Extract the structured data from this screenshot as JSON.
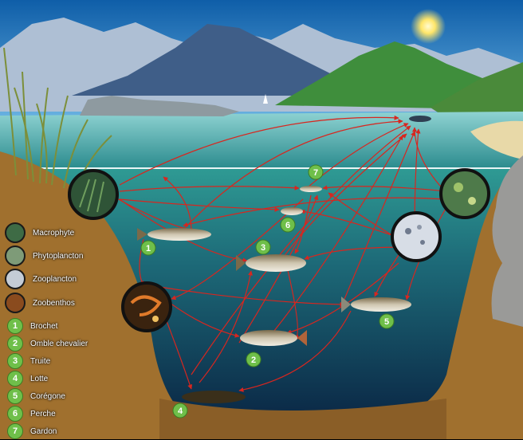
{
  "legend": {
    "habitats": [
      {
        "label": "Macrophyte",
        "icon": "macrophyte-icon",
        "color": "#3e6b45"
      },
      {
        "label": "Phytoplancton",
        "icon": "phytoplankton-icon",
        "color": "#7e9b78"
      },
      {
        "label": "Zooplancton",
        "icon": "zooplankton-icon",
        "color": "#c4ccd6"
      },
      {
        "label": "Zoobenthos",
        "icon": "zoobenthos-icon",
        "color": "#8a4b1e"
      }
    ],
    "species": [
      {
        "number": "1",
        "label": "Brochet"
      },
      {
        "number": "2",
        "label": "Omble chevalier"
      },
      {
        "number": "3",
        "label": "Truite"
      },
      {
        "number": "4",
        "label": "Lotte"
      },
      {
        "number": "5",
        "label": "Corégone"
      },
      {
        "number": "6",
        "label": "Perche"
      },
      {
        "number": "7",
        "label": "Gardon"
      }
    ]
  },
  "colors": {
    "arrow": "#d8261f",
    "badge": "#6fbf4a",
    "water_deep": "#0b2f52",
    "water_shallow": "#2e8c89",
    "sediment": "#a0702e",
    "sky": "#1f7ec7"
  }
}
